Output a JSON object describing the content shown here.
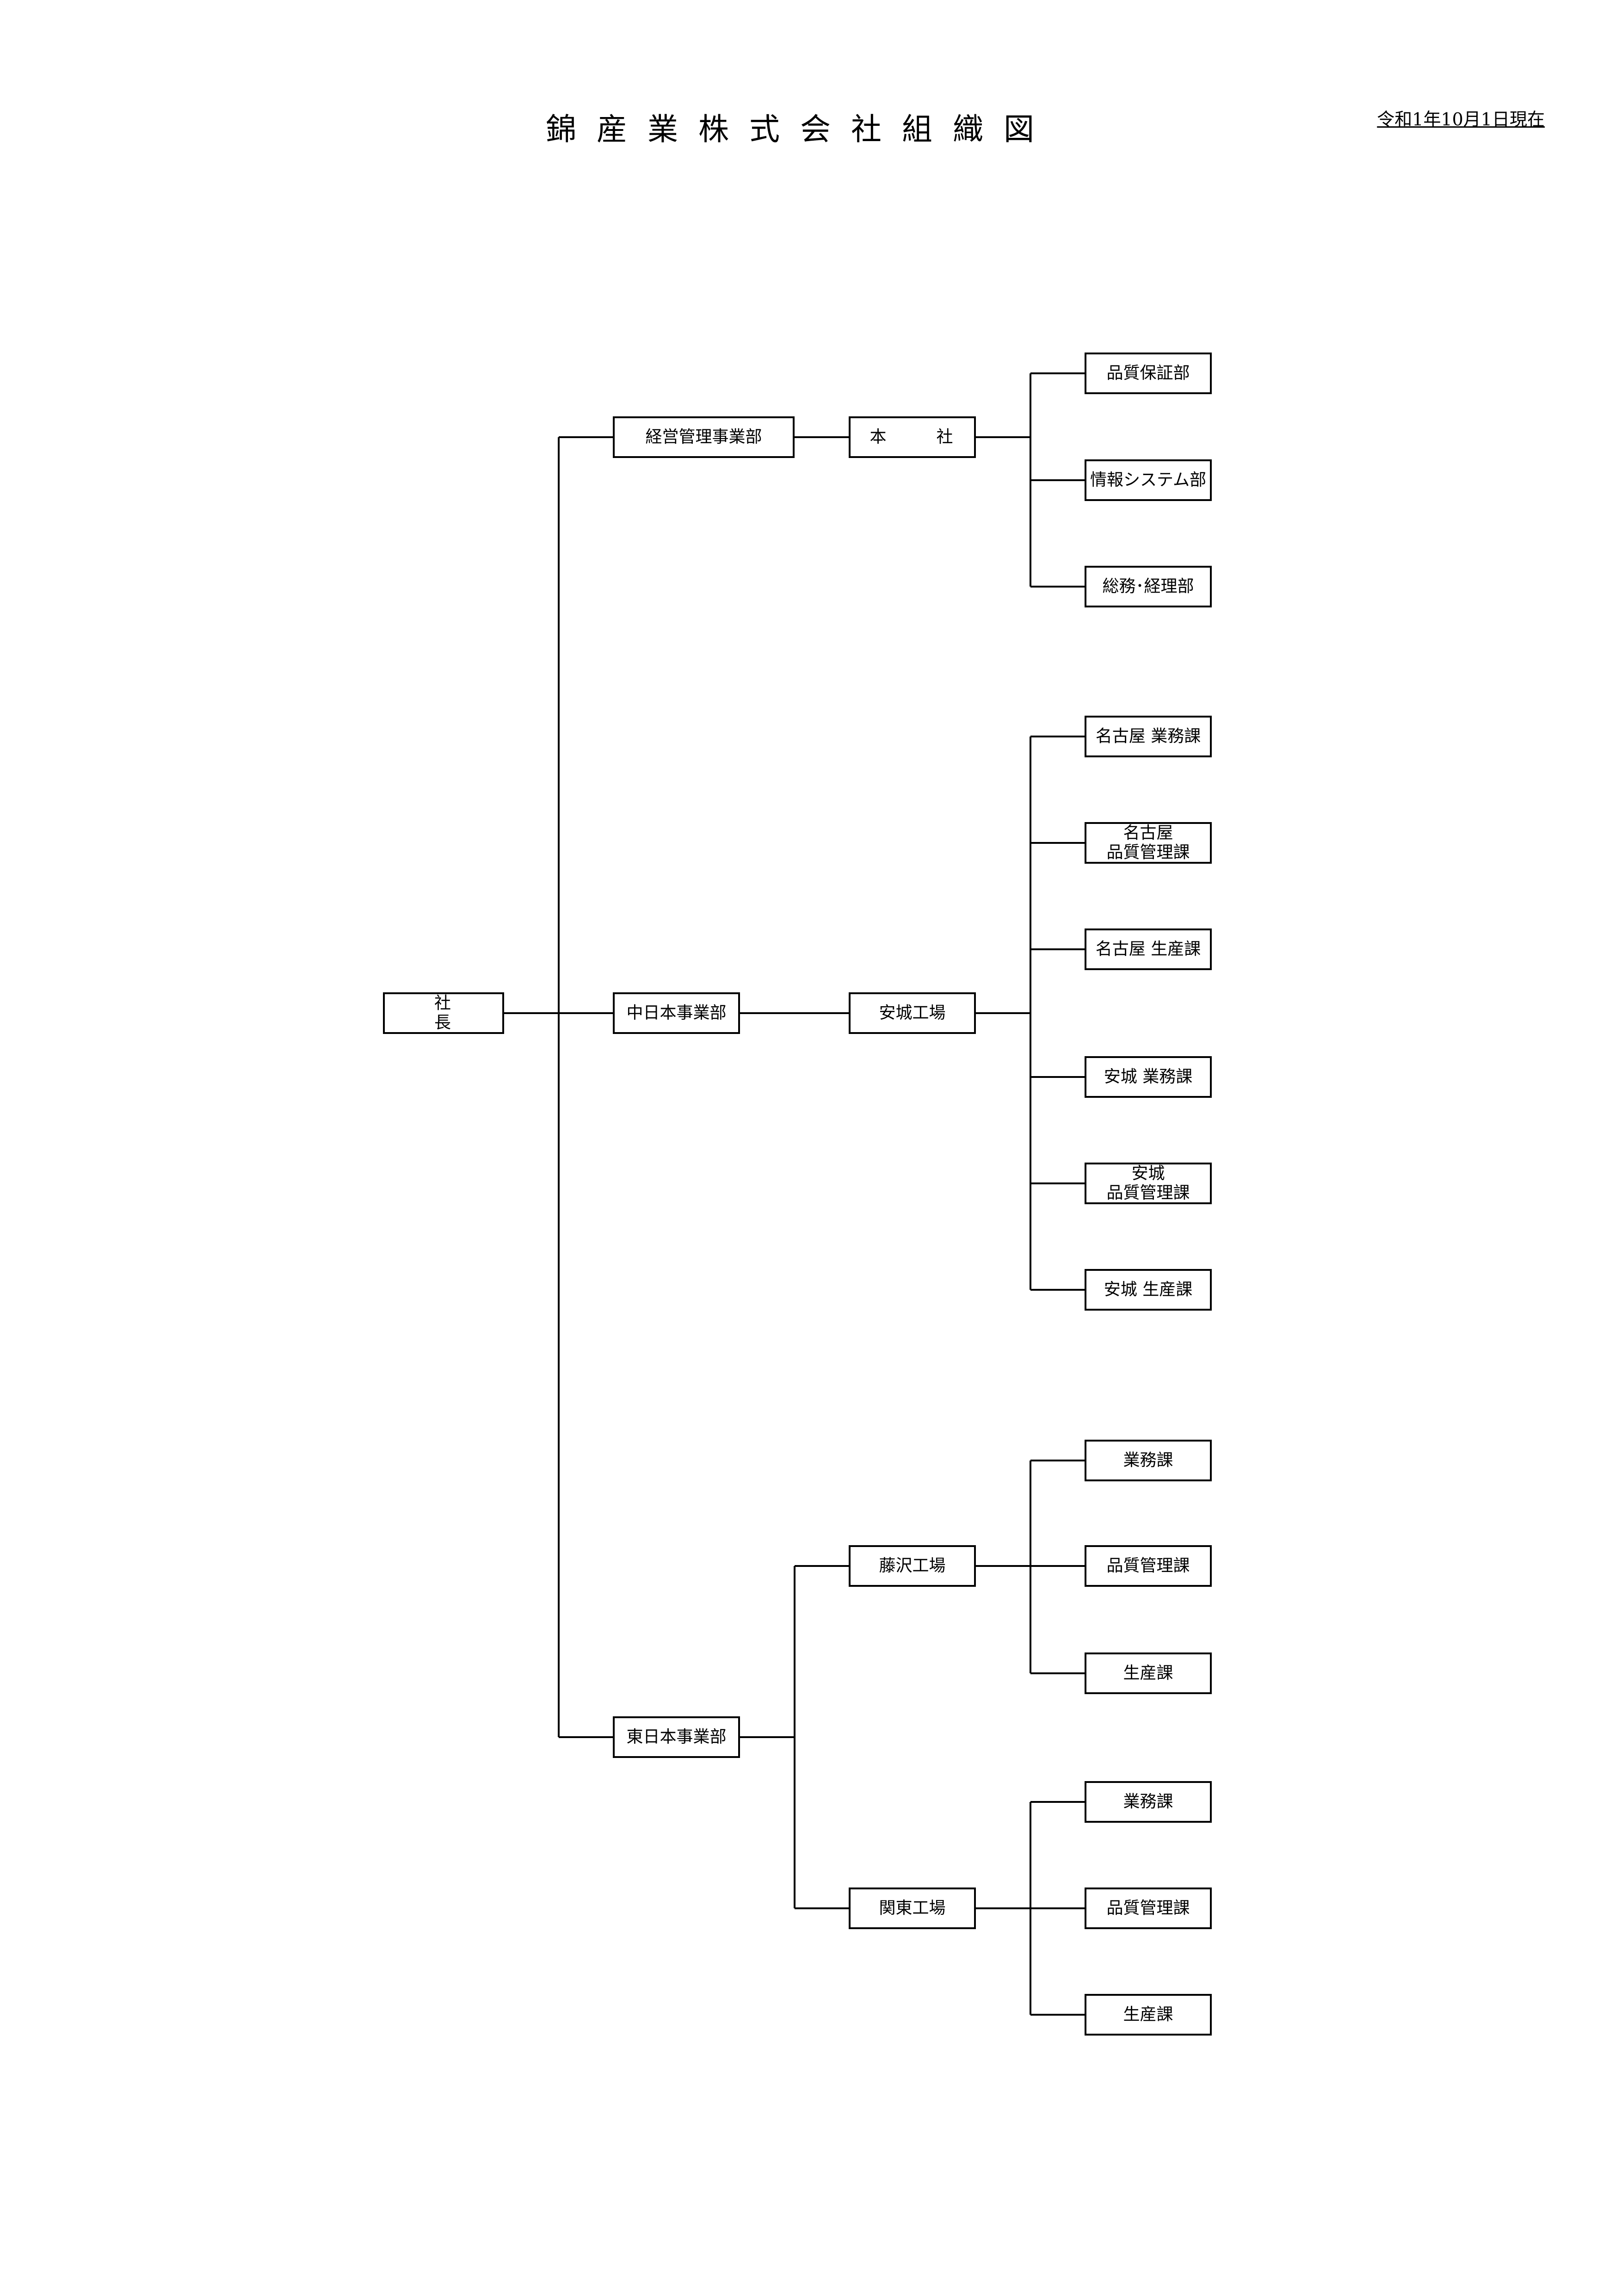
{
  "title": "錦産業株式会社組織図",
  "date": "令和1年10月1日現在",
  "president": "社　長",
  "divisions": {
    "management": "経営管理事業部",
    "central": "中日本事業部",
    "east": "東日本事業部"
  },
  "sites": {
    "honsha": "本　社",
    "anjo": "安城工場",
    "fujisawa": "藤沢工場",
    "kanto": "関東工場"
  },
  "departments": {
    "honsha": [
      "品質保証部",
      "情報システム部",
      "総務･経理部"
    ],
    "anjo": [
      "名古屋 業務課",
      "名古屋\n品質管理課",
      "名古屋 生産課",
      "安城 業務課",
      "安城\n品質管理課",
      "安城 生産課"
    ],
    "fujisawa": [
      "業務課",
      "品質管理課",
      "生産課"
    ],
    "kanto": [
      "業務課",
      "品質管理課",
      "生産課"
    ]
  }
}
